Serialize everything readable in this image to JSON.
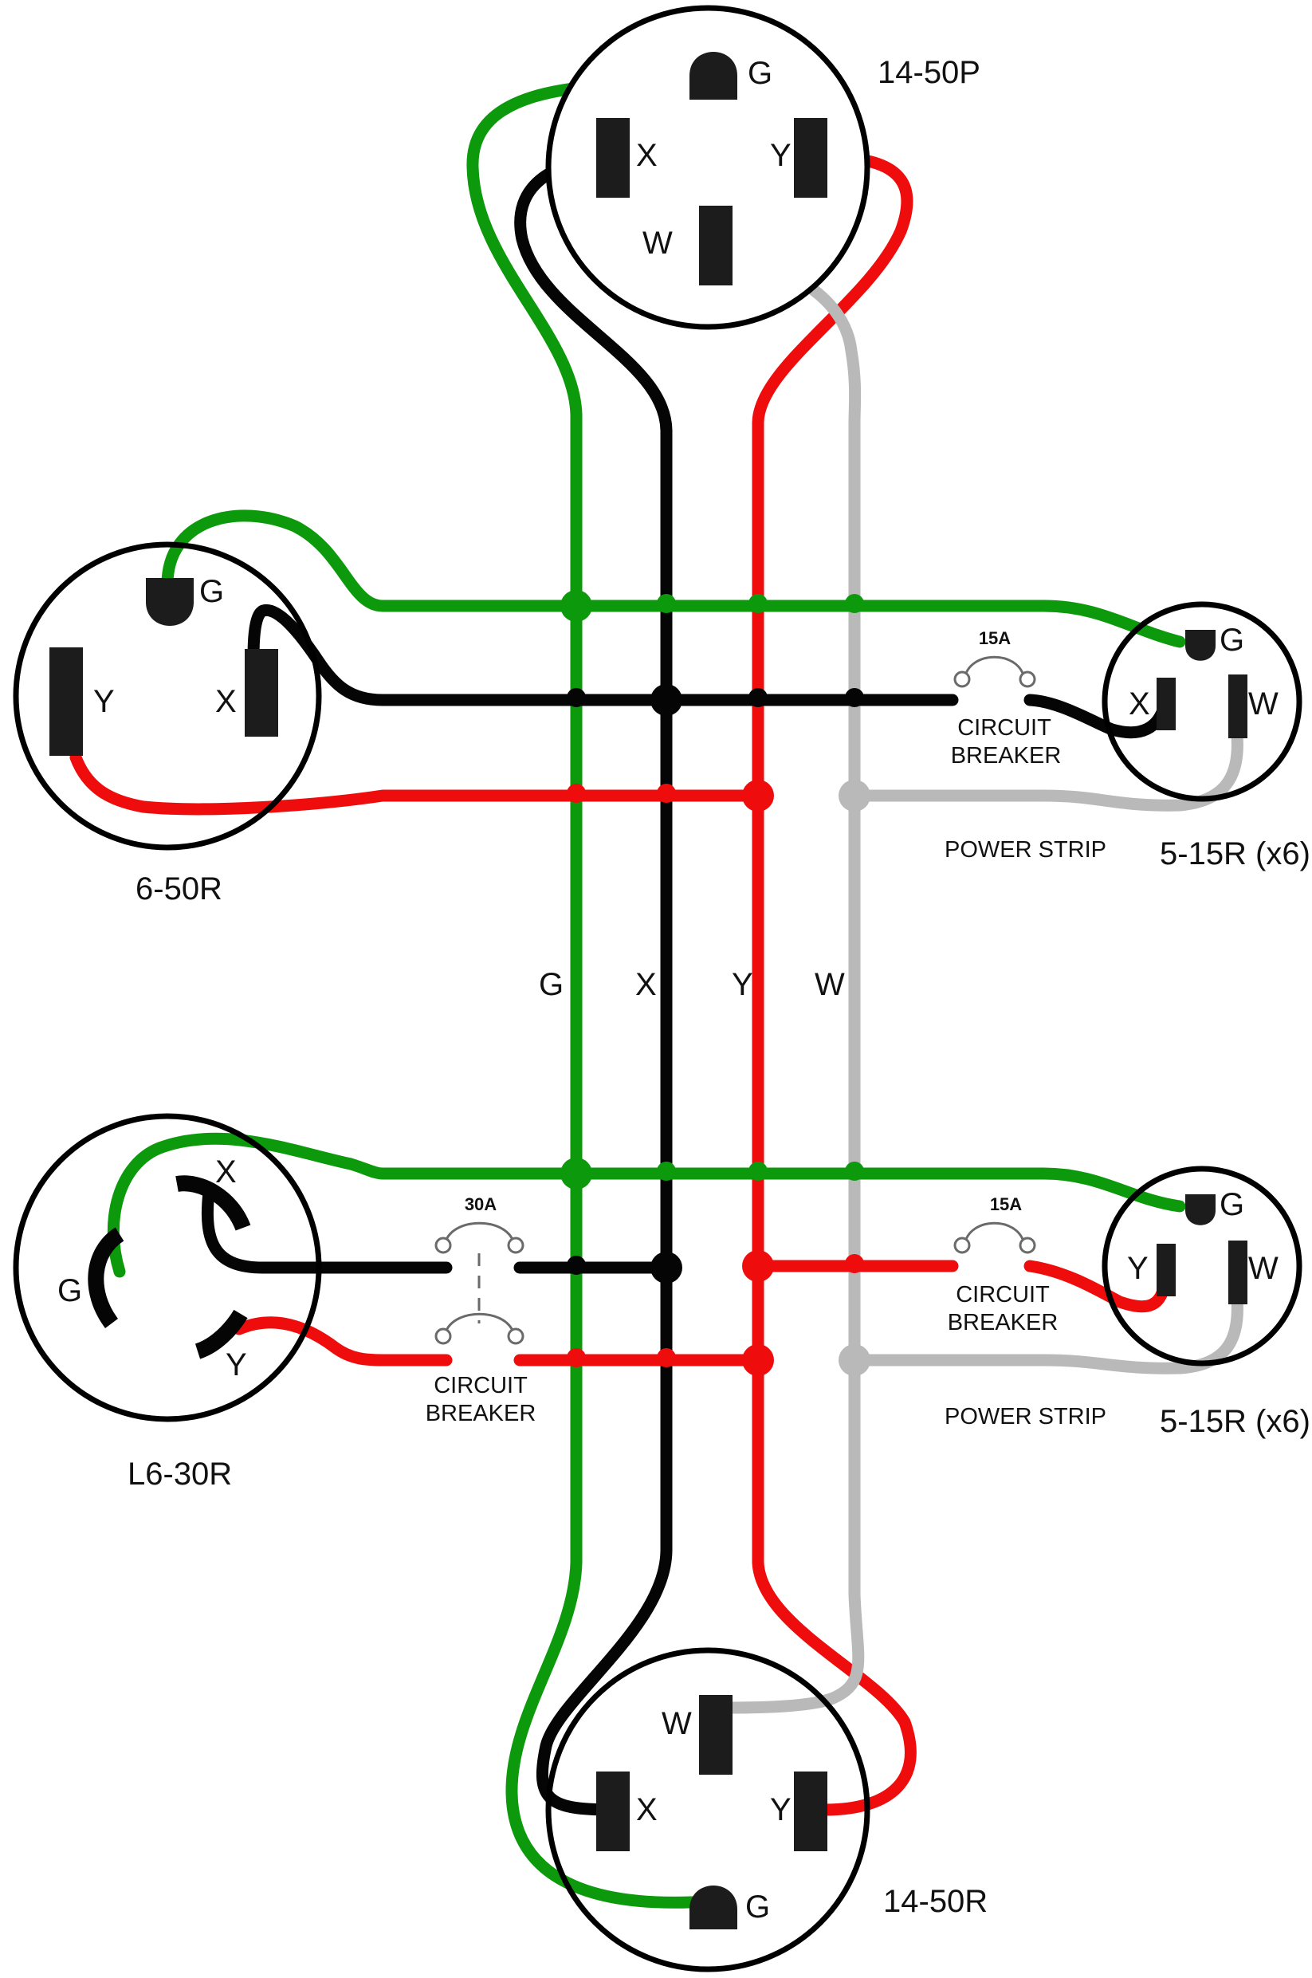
{
  "colors": {
    "ground": "#0c9a0c",
    "hot_x": "#050505",
    "hot_y": "#ee0c0c",
    "neutral": "#b9b9b9",
    "breaker": "#6a6a6a",
    "outline": "#000000"
  },
  "connectors": {
    "plug_14_50p": {
      "name": "14-50P",
      "pins": {
        "g": "G",
        "x": "X",
        "y": "Y",
        "w": "W"
      }
    },
    "receptacle_6_50r": {
      "name": "6-50R",
      "pins": {
        "g": "G",
        "x": "X",
        "y": "Y"
      }
    },
    "receptacle_l6_30r": {
      "name": "L6-30R",
      "pins": {
        "g": "G",
        "x": "X",
        "y": "Y"
      }
    },
    "receptacle_14_50r": {
      "name": "14-50R",
      "pins": {
        "g": "G",
        "x": "X",
        "y": "Y",
        "w": "W"
      }
    },
    "strip_top": {
      "name": "5-15R (x6)",
      "pins": {
        "g": "G",
        "hot": "X",
        "w": "W"
      }
    },
    "strip_bottom": {
      "name": "5-15R (x6)",
      "pins": {
        "g": "G",
        "hot": "Y",
        "w": "W"
      }
    }
  },
  "bus_labels": {
    "g": "G",
    "x": "X",
    "y": "Y",
    "w": "W"
  },
  "breakers": {
    "top_strip": {
      "rating": "15A",
      "line1": "CIRCUIT",
      "line2": "BREAKER"
    },
    "bottom_strip": {
      "rating": "15A",
      "line1": "CIRCUIT",
      "line2": "BREAKER"
    },
    "l6_30": {
      "rating": "30A",
      "line1": "CIRCUIT",
      "line2": "BREAKER"
    }
  },
  "power_strip_labels": {
    "top": "POWER STRIP",
    "bottom": "POWER STRIP"
  }
}
